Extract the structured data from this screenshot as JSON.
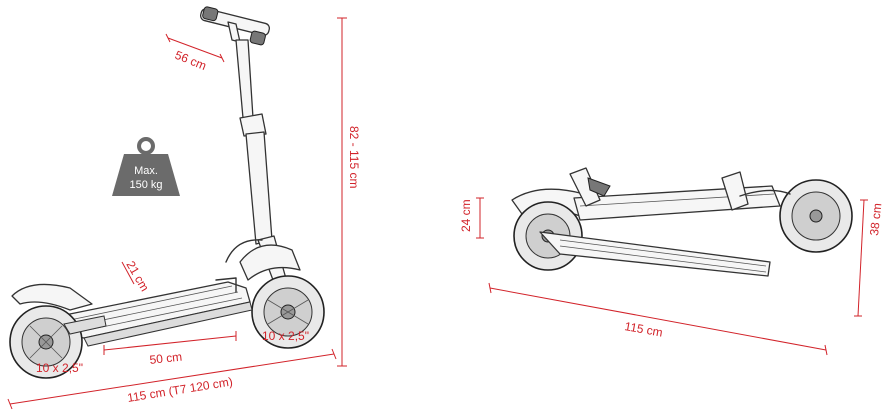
{
  "weight_badge": {
    "line1": "Max.",
    "line2": "150 kg",
    "color": "#6b6b6b"
  },
  "dimensions": {
    "handlebar_width": "56 cm",
    "height": "82 - 115 cm",
    "deck_width": "21 cm",
    "front_wheel": "10 x 2,5\"",
    "rear_wheel": "10 x 2,5\"",
    "deck_length": "50 cm",
    "total_length": "115 cm (T7 120 cm)",
    "folded_height_handle": "24 cm",
    "folded_height": "38 cm",
    "folded_length": "115 cm"
  },
  "colors": {
    "dimension": "#d2232a"
  }
}
